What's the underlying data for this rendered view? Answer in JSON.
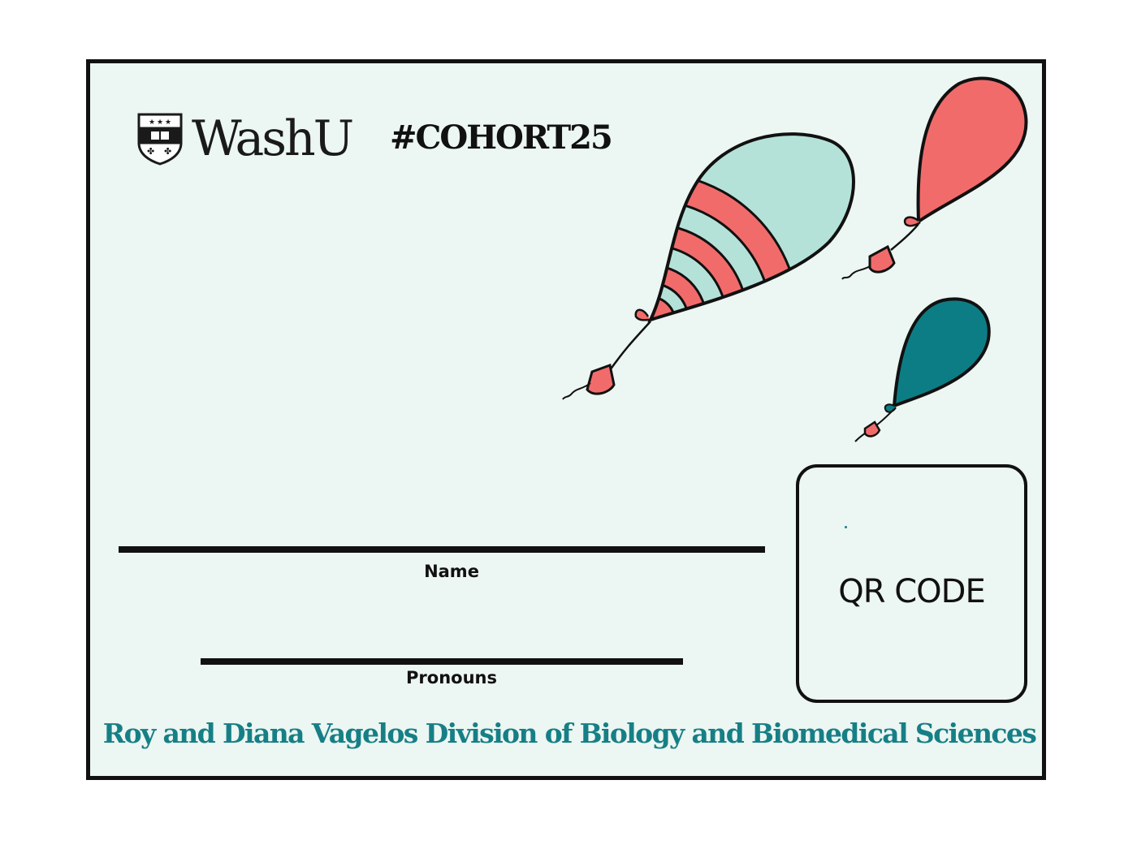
{
  "header": {
    "logo_text": "WashU",
    "hashtag": "#COHORT25"
  },
  "fields": {
    "name_label": "Name",
    "pronouns_label": "Pronouns"
  },
  "qr": {
    "label": "QR CODE"
  },
  "footer": {
    "division": "Roy and Diana Vagelos Division of Biology and Biomedical Sciences"
  },
  "colors": {
    "card_background": "#ecf6f2",
    "border": "#111111",
    "coral": "#f26b6b",
    "mint": "#b5e2d8",
    "teal": "#0d7d85",
    "footer_text": "#167f86"
  },
  "icons": {
    "logo": "shield-crest-icon",
    "balloons": [
      "striped-balloon-icon",
      "coral-balloon-icon",
      "teal-balloon-icon"
    ]
  }
}
